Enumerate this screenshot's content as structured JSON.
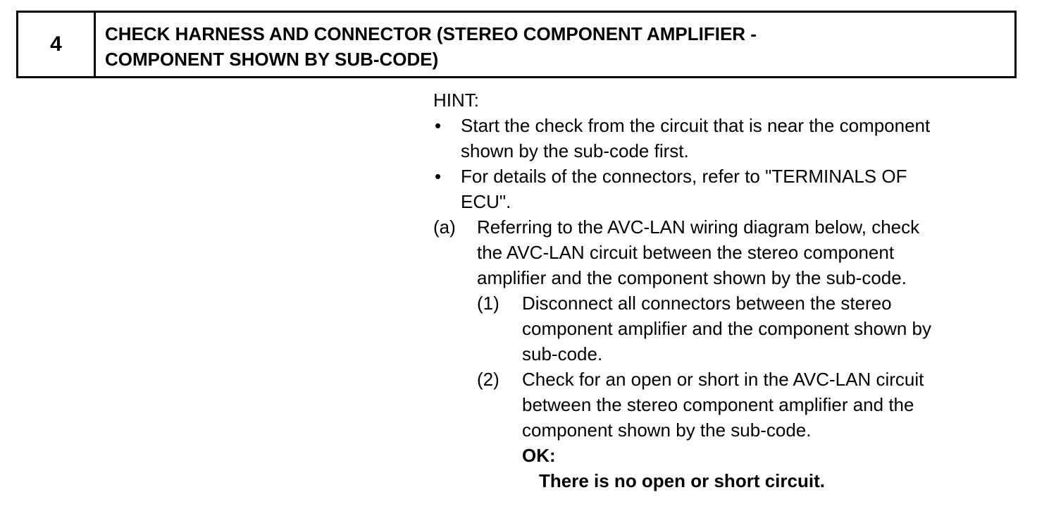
{
  "step": {
    "number": "4",
    "title_lines": [
      "CHECK HARNESS AND CONNECTOR (STEREO COMPONENT AMPLIFIER -",
      "COMPONENT SHOWN BY SUB-CODE)"
    ]
  },
  "hint": {
    "label": "HINT:",
    "bullets": [
      {
        "marker": "•",
        "lines": [
          "Start the check from the circuit that is near the component",
          "shown by the sub-code first."
        ]
      },
      {
        "marker": "•",
        "lines": [
          "For details of the connectors, refer to \"TERMINALS OF",
          "ECU\"."
        ]
      }
    ]
  },
  "procedure": {
    "marker": "(a)",
    "lines": [
      "Referring to the AVC-LAN wiring diagram below, check",
      "the AVC-LAN circuit between the stereo component",
      "amplifier and the component shown by the sub-code."
    ],
    "substeps": [
      {
        "marker": "(1)",
        "lines": [
          "Disconnect all connectors between the stereo",
          "component amplifier and the component shown by",
          "sub-code."
        ]
      },
      {
        "marker": "(2)",
        "lines": [
          "Check for an open or short in the AVC-LAN circuit",
          "between the stereo component amplifier and the",
          "component shown by the sub-code."
        ]
      }
    ],
    "ok_label": "OK:",
    "ok_result": "There is no open or short circuit."
  }
}
